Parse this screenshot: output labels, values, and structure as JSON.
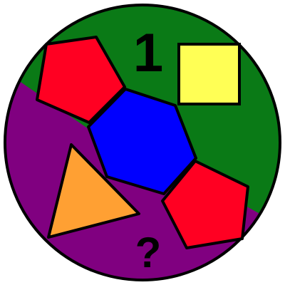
{
  "puzzle": {
    "number_label": "1",
    "question_label": "?"
  },
  "colors": {
    "background": "#ffffff",
    "outline": "#000000",
    "green_region": "#0a7a16",
    "purple_region": "#800080",
    "hexagon": "#0000ff",
    "pentagon": "#ff0022",
    "square": "#ffff55",
    "triangle": "#ffa033"
  },
  "shapes": [
    {
      "kind": "hexagon",
      "color_name": "blue"
    },
    {
      "kind": "pentagon",
      "color_name": "red"
    },
    {
      "kind": "pentagon",
      "color_name": "red"
    },
    {
      "kind": "square",
      "color_name": "yellow"
    },
    {
      "kind": "triangle",
      "color_name": "orange"
    }
  ]
}
